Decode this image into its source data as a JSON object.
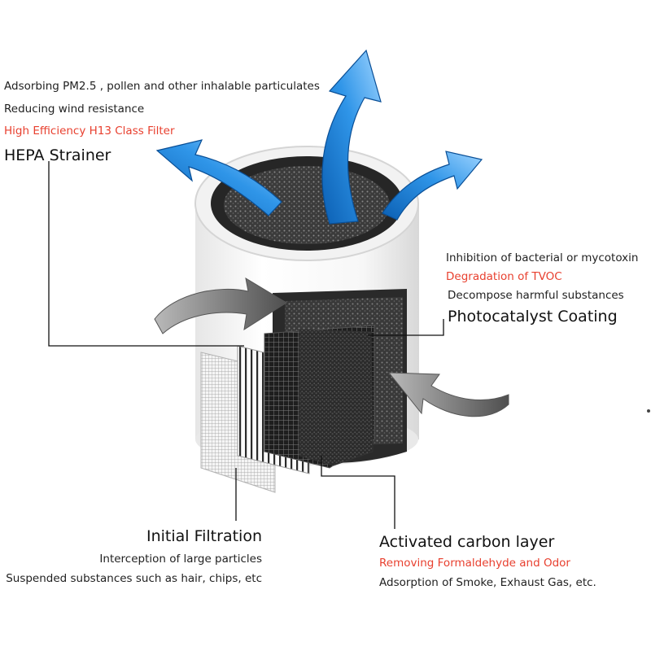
{
  "colors": {
    "highlight": "#e8402f",
    "leader_line": "#111111",
    "arrow_blue": "#1f7fd8",
    "arrow_gray": "#7a7a7a"
  },
  "hepa": {
    "lines": [
      "Adsorbing PM2.5 , pollen and other inhalable particulates",
      "Reducing wind resistance"
    ],
    "highlight": "High Efficiency H13 Class Filter",
    "title": "HEPA Strainer"
  },
  "photocatalyst": {
    "line1": "Inhibition of bacterial or mycotoxin",
    "highlight": "Degradation of TVOC",
    "line2": "Decompose harmful substances",
    "title": "Photocatalyst Coating"
  },
  "initial": {
    "title": "Initial Filtration",
    "line1": "Interception of large particles",
    "line2": "Suspended substances such as hair, chips, etc"
  },
  "carbon": {
    "title": "Activated carbon layer",
    "highlight": "Removing Formaldehyde and Odor",
    "line1": "Adsorption of Smoke, Exhaust Gas, etc."
  },
  "icons": {
    "outflow": "blue-curved-arrow-icon",
    "inflow": "gray-curved-arrow-icon"
  }
}
